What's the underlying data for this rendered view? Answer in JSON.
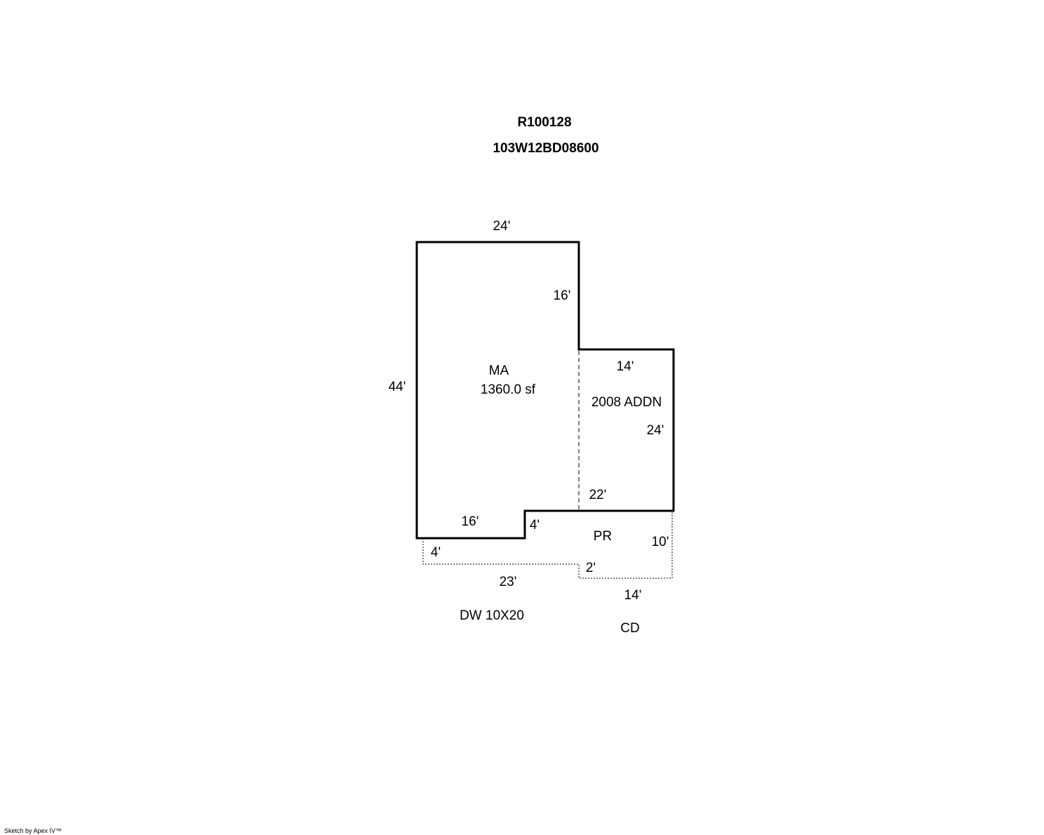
{
  "header": {
    "account_id": "R100128",
    "map_tax_lot": "103W12BD08600"
  },
  "areas": {
    "main": {
      "code": "MA",
      "area": "1360.0 sf"
    },
    "addition": {
      "label": "2008 ADDN"
    },
    "porch": {
      "code": "PR"
    },
    "driveway": {
      "label": "DW 10X20"
    },
    "deck": {
      "code": "CD"
    }
  },
  "dimensions": {
    "ma_top": "24'",
    "ma_right": "16'",
    "ma_left": "44'",
    "ma_bottom": "16'",
    "ma_step": "4'",
    "addn_top": "14'",
    "addn_right": "24'",
    "addn_bottom": "22'",
    "cd_left": "4'",
    "cd_bottom": "23'",
    "cd_step": "2'",
    "cd_right": "14'",
    "pr_right": "10'"
  },
  "footer": {
    "credit": "Sketch by Apex IV™"
  }
}
